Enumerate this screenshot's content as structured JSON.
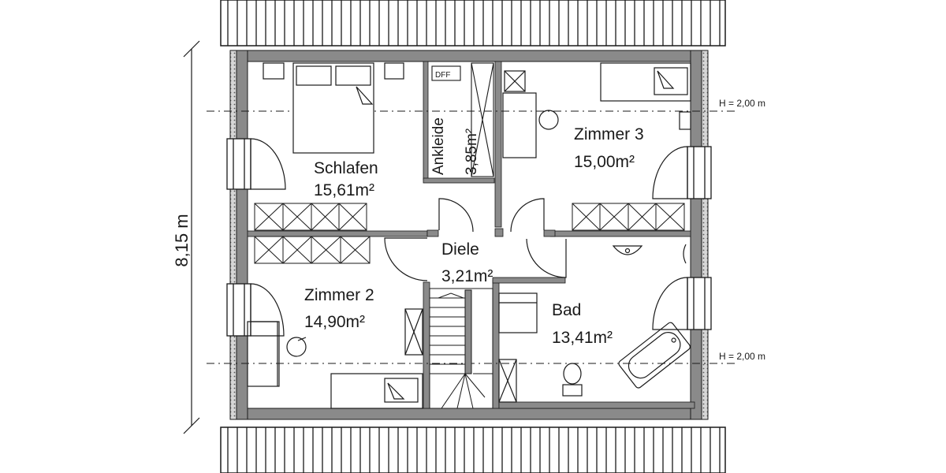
{
  "dimension": {
    "height_label": "8,15 m"
  },
  "ceiling_lines": {
    "top_label": "H = 2,00 m",
    "bottom_label": "H = 2,00 m"
  },
  "rooms": {
    "schlafen": {
      "name": "Schlafen",
      "area": "15,61m²"
    },
    "ankleide": {
      "name": "Ankleide",
      "area": "3,85m²",
      "tag": "DFF"
    },
    "zimmer3": {
      "name": "Zimmer 3",
      "area": "15,00m²"
    },
    "diele": {
      "name": "Diele",
      "area": "3,21m²"
    },
    "zimmer2": {
      "name": "Zimmer 2",
      "area": "14,90m²"
    },
    "bad": {
      "name": "Bad",
      "area": "13,41m²"
    }
  },
  "colors": {
    "wall": "#8a8a8a",
    "line": "#1a1a1a",
    "background": "#ffffff"
  }
}
